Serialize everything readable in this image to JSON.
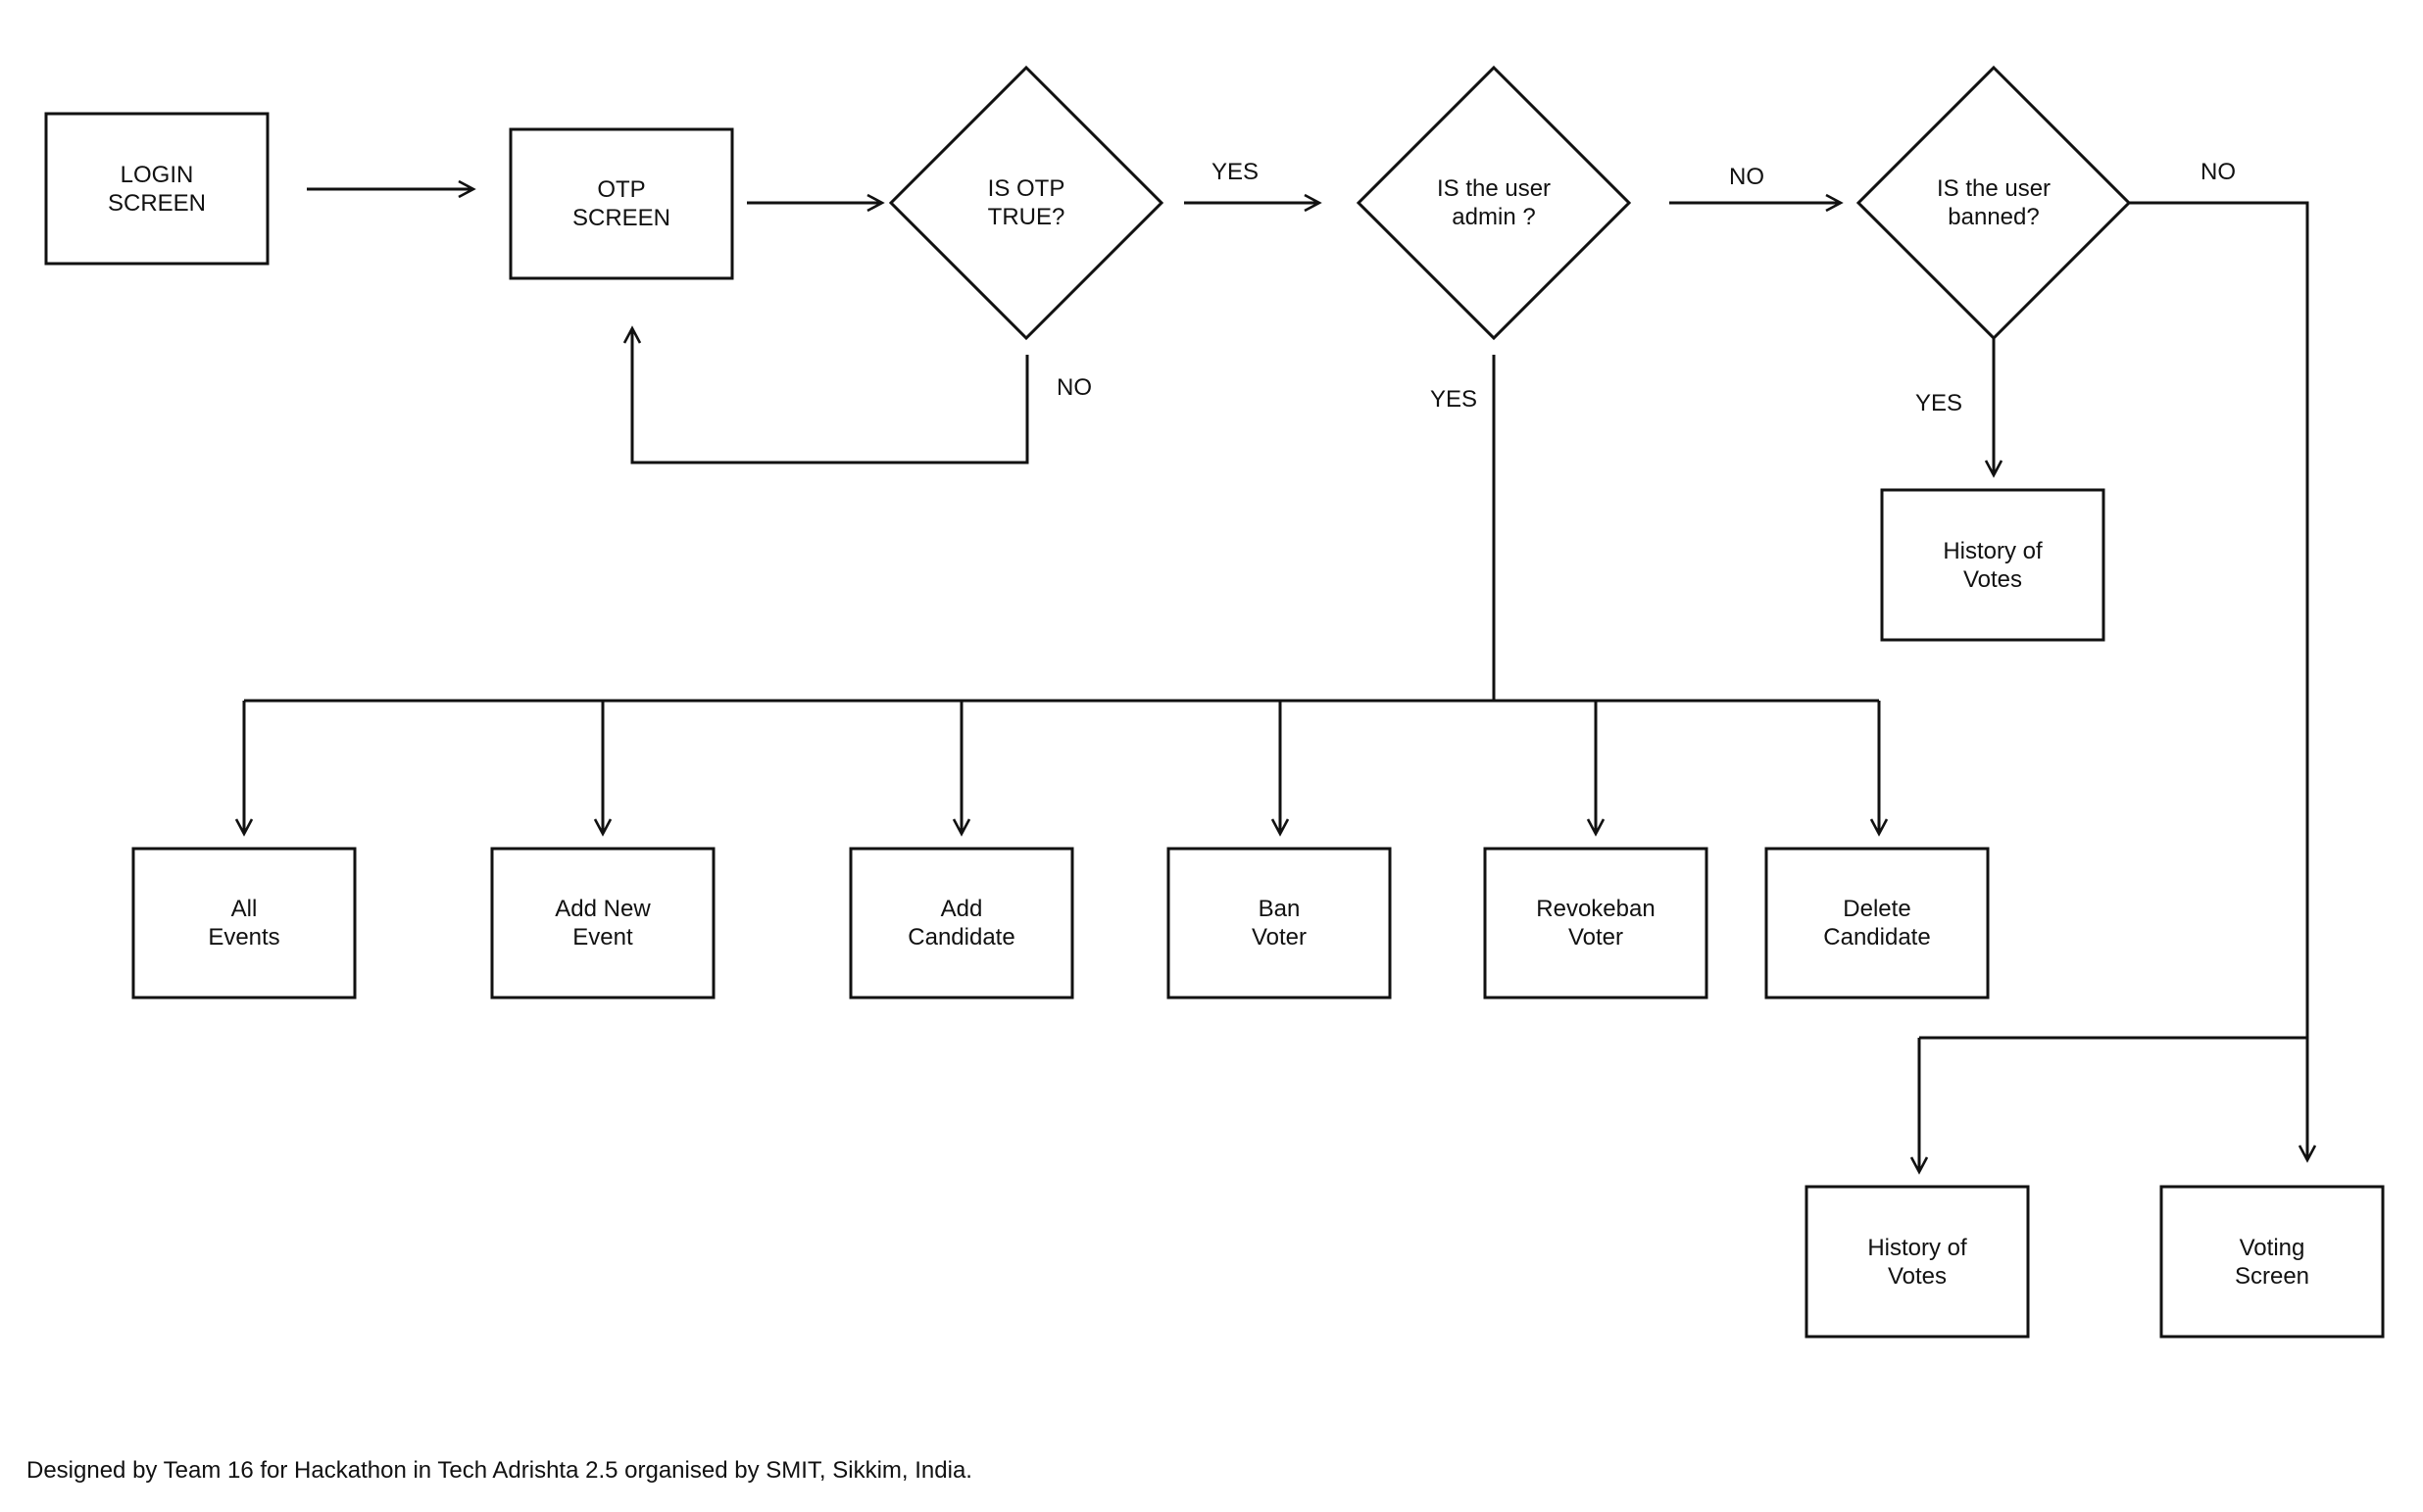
{
  "nodes": {
    "login": "LOGIN\nSCREEN",
    "otp": "OTP\nSCREEN",
    "otp_check": "IS OTP\nTRUE?",
    "admin_check": "IS the user\nadmin ?",
    "banned_check": "IS the user\nbanned?",
    "history_banned": "History of\nVotes",
    "all_events": "All\nEvents",
    "add_event": "Add New\nEvent",
    "add_candidate": "Add\nCandidate",
    "ban_voter": "Ban\nVoter",
    "revoke_voter": "Revokeban\nVoter",
    "delete_candidate": "Delete\nCandidate",
    "history_voter": "History of\nVotes",
    "voting_screen": "Voting\nScreen"
  },
  "edges": {
    "otp_yes": "YES",
    "otp_no": "NO",
    "admin_no": "NO",
    "admin_yes": "YES",
    "banned_yes": "YES",
    "banned_no": "NO"
  },
  "footer": "Designed by Team 16 for Hackathon  in  Tech Adrishta 2.5 organised by SMIT, Sikkim, India."
}
